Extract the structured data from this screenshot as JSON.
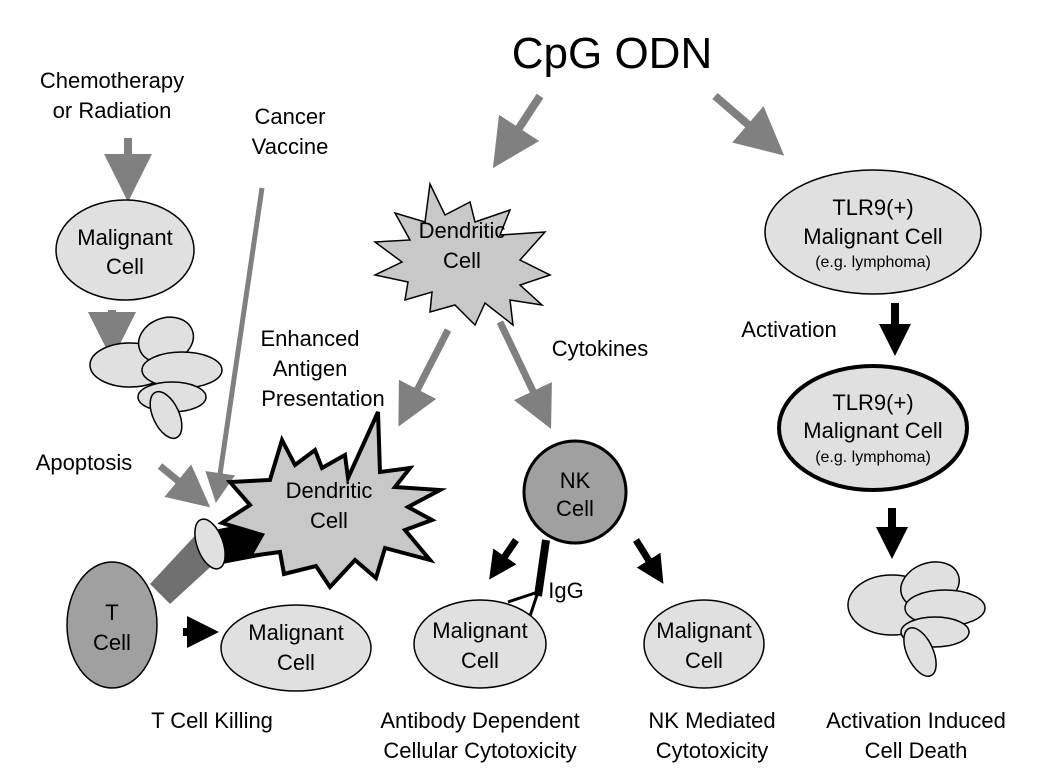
{
  "title": "CpG ODN",
  "left": {
    "chemo_line1": "Chemotherapy",
    "chemo_line2": "or Radiation",
    "vaccine_line1": "Cancer",
    "vaccine_line2": "Vaccine",
    "malignant_line1": "Malignant",
    "malignant_line2": "Cell",
    "apoptosis": "Apoptosis",
    "t_cell_line1": "T",
    "t_cell_line2": "Cell",
    "target_line1": "Malignant",
    "target_line2": "Cell",
    "caption": "T Cell Killing"
  },
  "center": {
    "dendritic_line1": "Dendritic",
    "dendritic_line2": "Cell",
    "enhanced_line1": "Enhanced",
    "enhanced_line2": "Antigen",
    "enhanced_line3": "Presentation",
    "activated_dc_line1": "Dendritic",
    "activated_dc_line2": "Cell",
    "cytokines": "Cytokines",
    "nk_line1": "NK",
    "nk_line2": "Cell",
    "igg": "IgG",
    "adcc_target_line1": "Malignant",
    "adcc_target_line2": "Cell",
    "nk_target_line1": "Malignant",
    "nk_target_line2": "Cell",
    "adcc_caption_line1": "Antibody Dependent",
    "adcc_caption_line2": "Cellular Cytotoxicity",
    "nk_caption_line1": "NK Mediated",
    "nk_caption_line2": "Cytotoxicity"
  },
  "right": {
    "tlr_line1": "TLR9(+)",
    "tlr_line2": "Malignant Cell",
    "tlr_line3": "(e.g. lymphoma)",
    "activation": "Activation",
    "tlr2_line1": "TLR9(+)",
    "tlr2_line2": "Malignant Cell",
    "tlr2_line3": "(e.g. lymphoma)",
    "caption_line1": "Activation Induced",
    "caption_line2": "Cell Death"
  },
  "colors": {
    "grey_arrow": "#808080",
    "cell_fill": "#e0e0e0",
    "dendritic_fill": "#c8c8c8",
    "t_cell_fill": "#a0a0a0",
    "black": "#000000"
  }
}
